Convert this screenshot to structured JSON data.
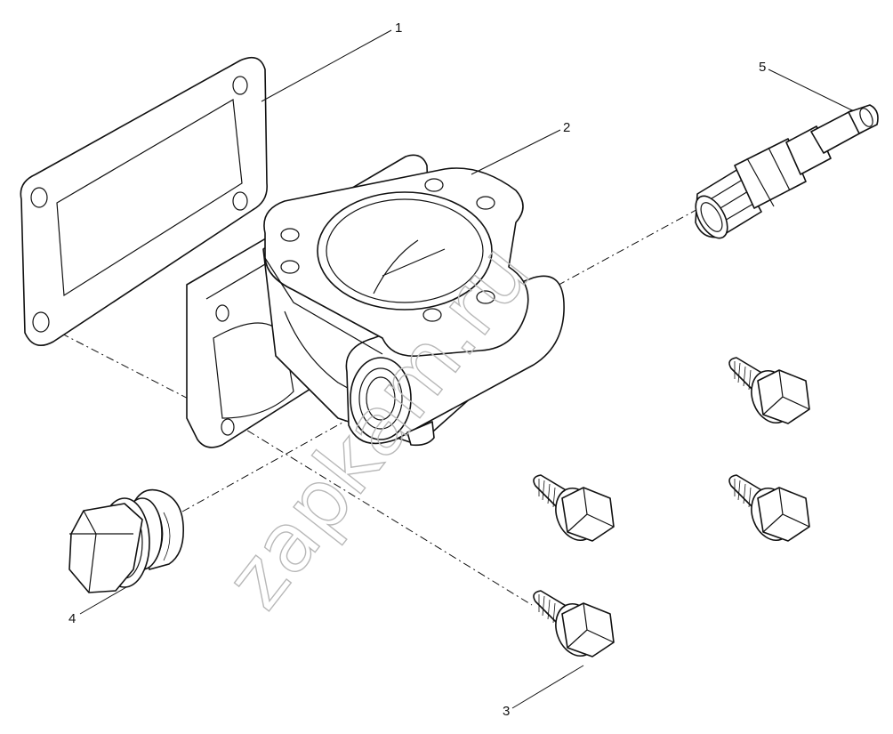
{
  "watermark": "zapkam.ru",
  "corner_mark": "",
  "callouts": [
    {
      "id": "1",
      "label": "1"
    },
    {
      "id": "2",
      "label": "2"
    },
    {
      "id": "3",
      "label": "3"
    },
    {
      "id": "4",
      "label": "4"
    },
    {
      "id": "5",
      "label": "5"
    }
  ]
}
